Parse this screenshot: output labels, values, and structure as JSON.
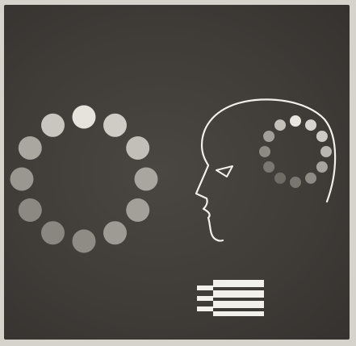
{
  "figure": {
    "background_color": "#3f3b37",
    "line_color": "#f2f0ea",
    "elements": [
      "dot-ring",
      "head-profile",
      "thought-dot-ring",
      "piano-keys-icon"
    ],
    "outer_ring": {
      "dot_count": 12,
      "dot_shades": [
        "#e6e3dc",
        "#cfccc5",
        "#c2bfb8",
        "#a9a6a0",
        "#a3a09a",
        "#9e9b95",
        "#8f8c86",
        "#8a8781",
        "#8c8983",
        "#9a9791",
        "#aaa7a1",
        "#c9c6bf"
      ]
    },
    "inner_ring": {
      "dot_count": 12,
      "dot_shades": [
        "#e8e5df",
        "#d8d5cf",
        "#cdcac4",
        "#b9b6b0",
        "#a7a49e",
        "#8e8b85",
        "#79766f",
        "#6f6c66",
        "#7a7771",
        "#8d8a84",
        "#a29f99",
        "#c4c1bb"
      ]
    }
  }
}
